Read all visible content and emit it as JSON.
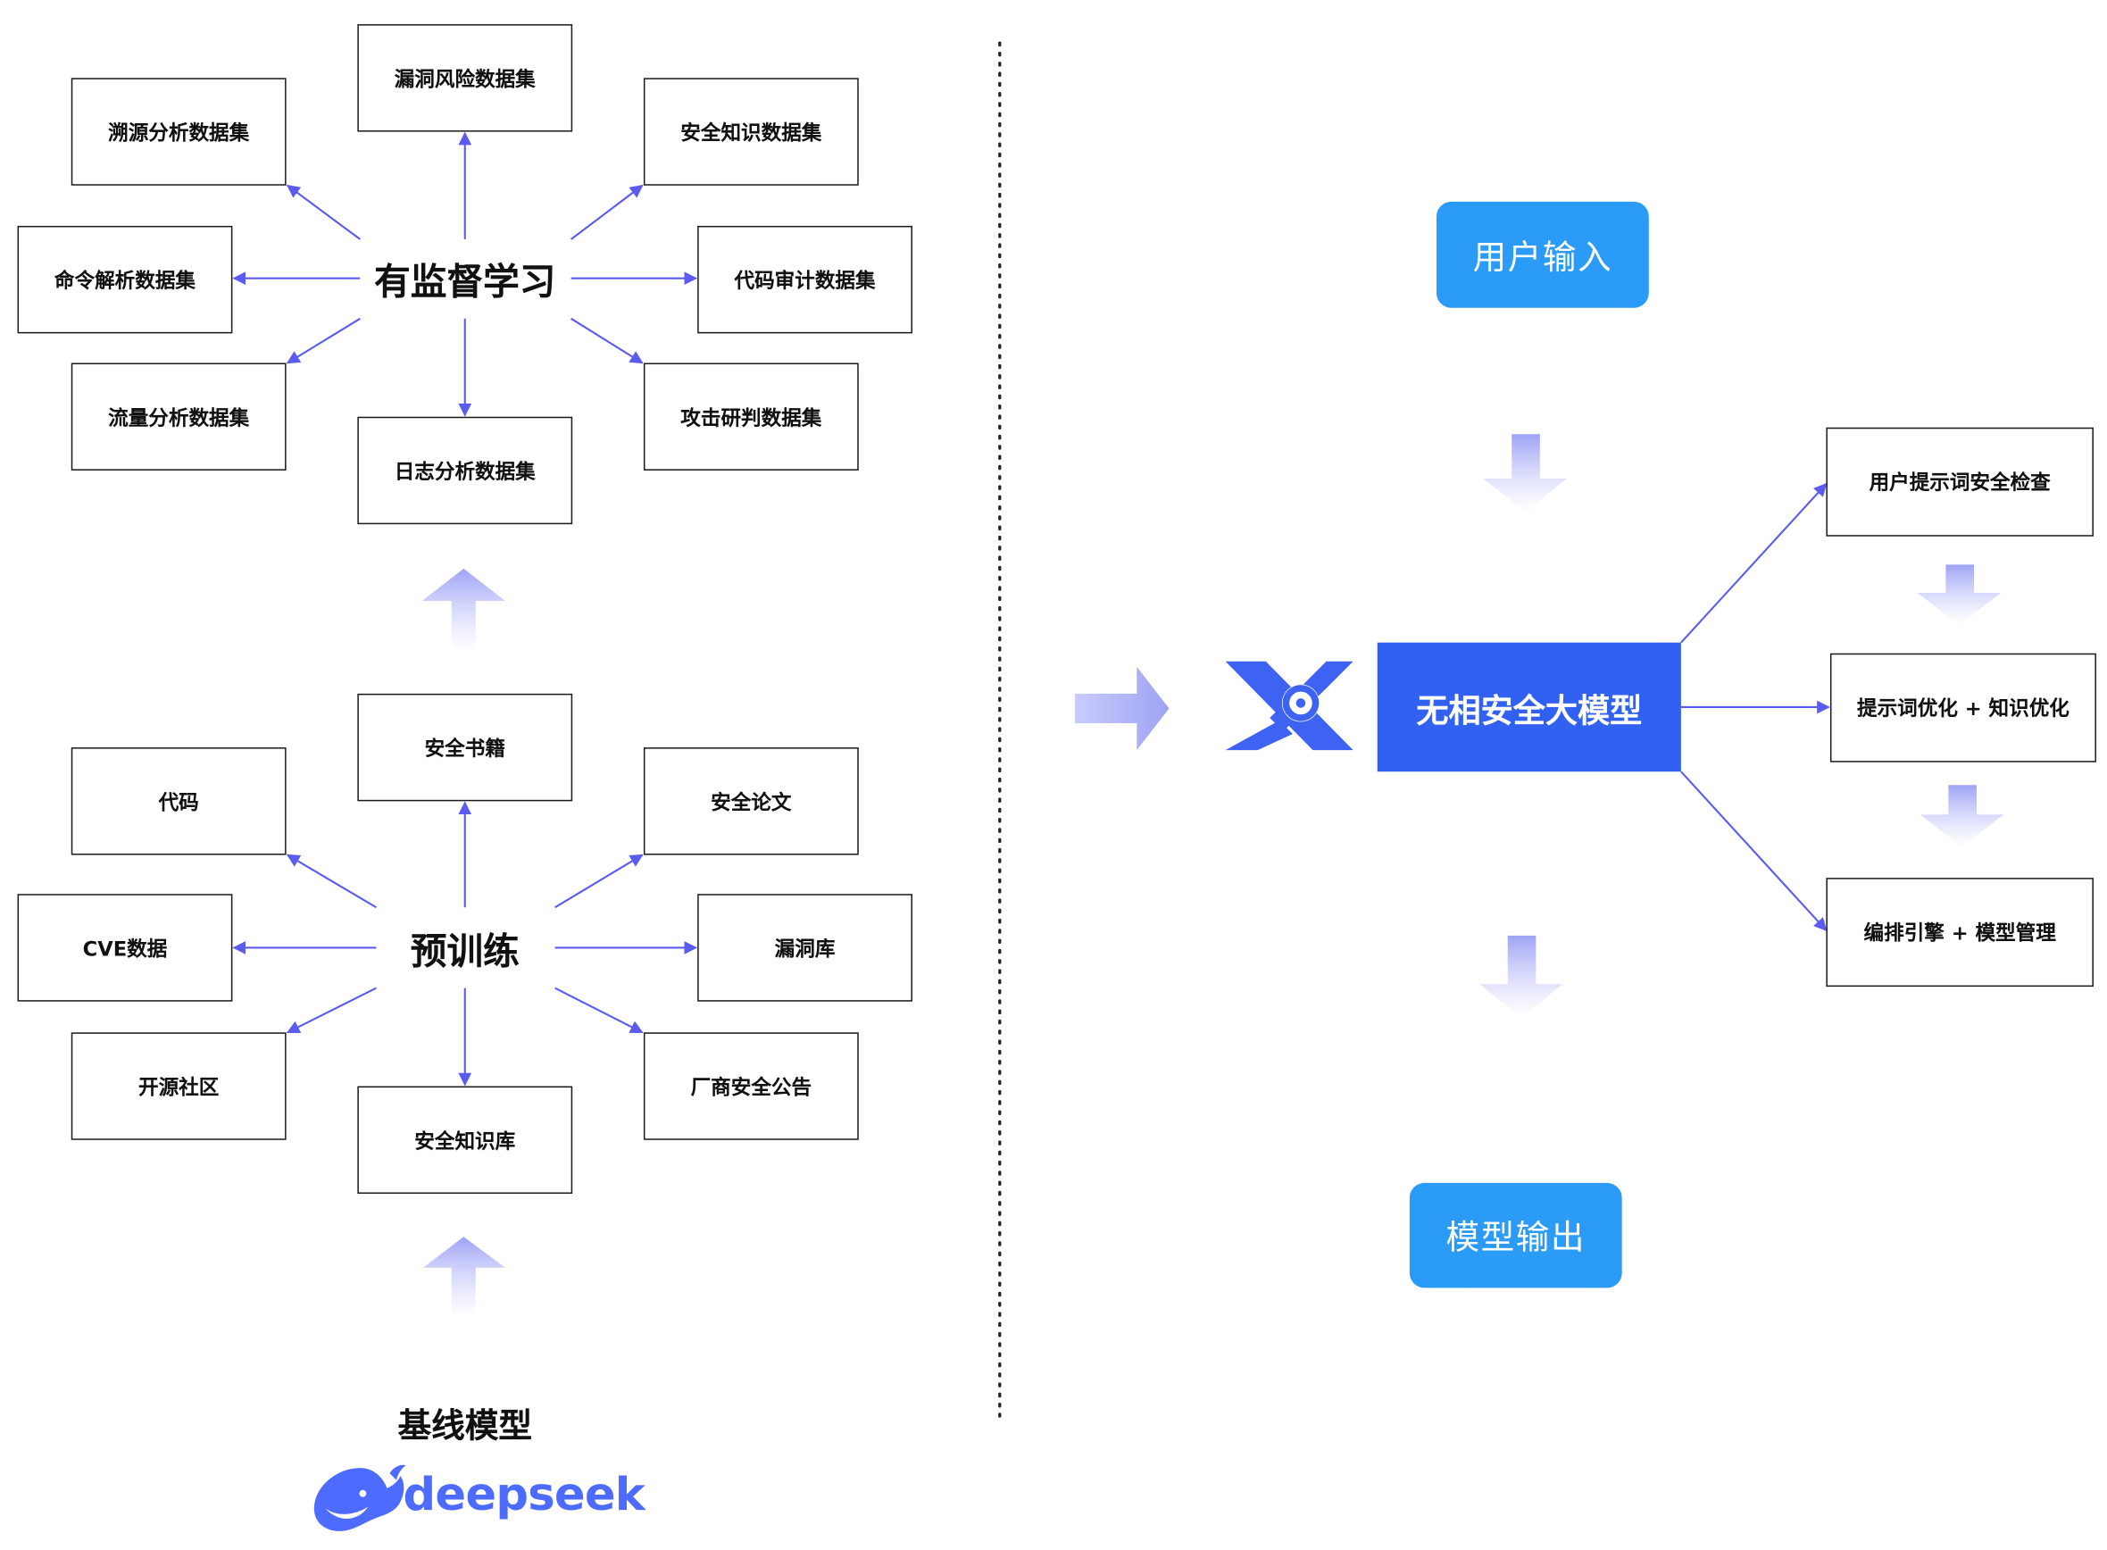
{
  "pretrain": {
    "hub": "预训练",
    "top": "安全书籍",
    "top_right": "安全论文",
    "right": "漏洞库",
    "bottom_right": "厂商安全公告",
    "bottom": "安全知识库",
    "bottom_left": "开源社区",
    "left": "CVE数据",
    "top_left": "代码"
  },
  "supervised": {
    "hub": "有监督学习",
    "top": "漏洞风险数据集",
    "top_right": "安全知识数据集",
    "right": "代码审计数据集",
    "bottom_right": "攻击研判数据集",
    "bottom": "日志分析数据集",
    "bottom_left": "流量分析数据集",
    "left": "命令解析数据集",
    "top_left": "溯源分析数据集"
  },
  "baseline": {
    "title": "基线模型",
    "brand": "deepseek"
  },
  "flow": {
    "user_input": "用户输入",
    "model": "无相安全大模型",
    "output": "模型输出",
    "steps": [
      "用户提示词安全检查",
      "提示词优化 + 知识优化",
      "编排引擎 + 模型管理"
    ]
  },
  "colors": {
    "arrow": "#5b5bf0",
    "pill": "#2a9bf6",
    "model": "#3161f0",
    "brand": "#4d6bfe"
  },
  "icons": {
    "model_logo": "x-logo-icon",
    "brand_logo": "whale-icon"
  }
}
